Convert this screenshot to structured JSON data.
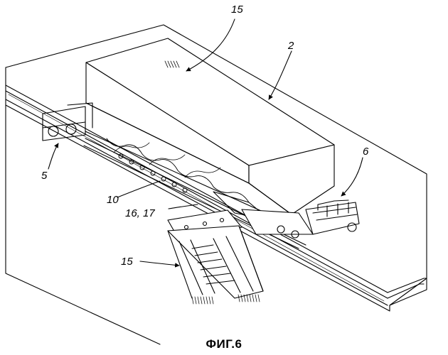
{
  "labels": {
    "ref_15_top": "15",
    "ref_2": "2",
    "ref_6": "6",
    "ref_5": "5",
    "ref_10": "10",
    "ref_16_17": "16, 17",
    "ref_15_bottom": "15"
  },
  "caption": "ФИГ.6",
  "colors": {
    "line": "#000000",
    "background": "#ffffff"
  }
}
